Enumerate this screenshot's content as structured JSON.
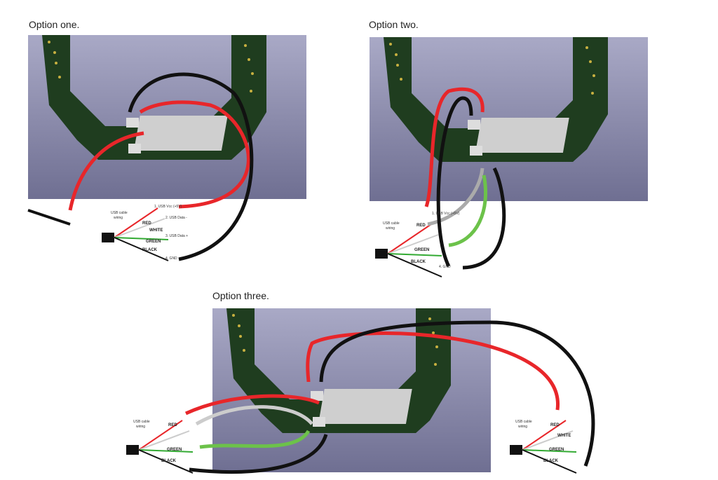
{
  "options": [
    {
      "title": "Option one."
    },
    {
      "title": "Option two."
    },
    {
      "title": "Option three."
    }
  ],
  "usb_legend": {
    "title_line1": "USB cable",
    "title_line2": "wiring",
    "wires": [
      "RED",
      "WHITE",
      "GREEN",
      "BLACK"
    ],
    "pins": [
      "1. USB Vcc (+5V)",
      "2. USB Data -",
      "3. USB Data +",
      "4. GND"
    ]
  },
  "colors": {
    "red": "#e8262a",
    "black": "#111111",
    "white": "#c8c8c8",
    "green": "#6cc24a",
    "pcb": "#1e3a1e",
    "bg": "#8a8aa8"
  }
}
